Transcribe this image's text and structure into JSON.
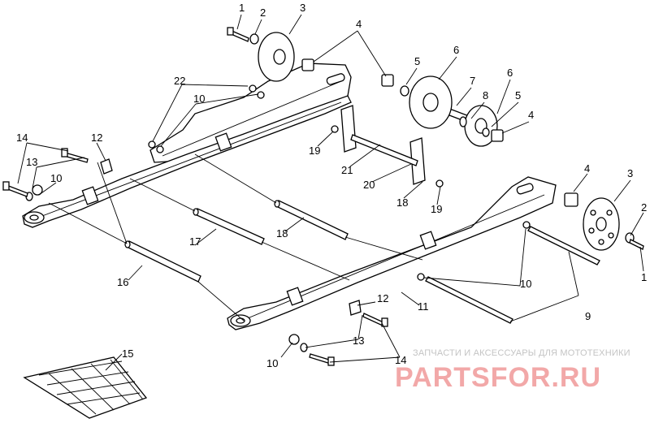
{
  "callouts": {
    "c1a": "1",
    "c1b": "1",
    "c2a": "2",
    "c2b": "2",
    "c3a": "3",
    "c3b": "3",
    "c4a": "4",
    "c4b": "4",
    "c4c": "4",
    "c5a": "5",
    "c5b": "5",
    "c6a": "6",
    "c6b": "6",
    "c7": "7",
    "c8": "8",
    "c9": "9",
    "c10a": "10",
    "c10b": "10",
    "c10c": "10",
    "c10d": "10",
    "c11": "11",
    "c12a": "12",
    "c12b": "12",
    "c13a": "13",
    "c13b": "13",
    "c14a": "14",
    "c14b": "14",
    "c15": "15",
    "c16": "16",
    "c17": "17",
    "c18": "18",
    "c19a": "19",
    "c19b": "19",
    "c20": "20",
    "c21": "21",
    "c22": "22"
  },
  "watermark": {
    "caption": "ЗАПЧАСТИ И АКСЕССУАРЫ ДЛЯ МОТОТЕХНИКИ",
    "logo": "PARTSFOR.RU"
  },
  "colors": {
    "line": "#000000",
    "watermark_caption": "#c4c4c4",
    "watermark_logo": "#f2a8a8"
  }
}
